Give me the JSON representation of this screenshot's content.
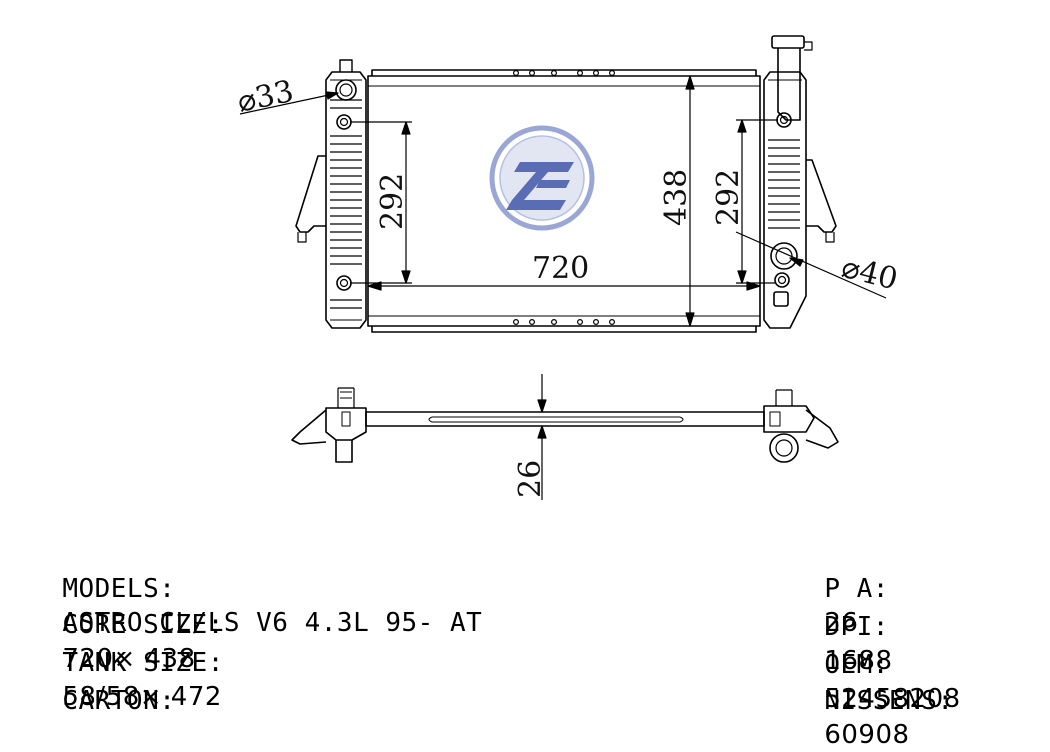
{
  "logo": {
    "name": "ZE",
    "colors": {
      "ring": "#9aa6d6",
      "fill": "#e2e6f3",
      "mark": "#5a6db4"
    }
  },
  "dimensions": {
    "inlet": "⌀33",
    "outlet": "⌀40",
    "height_left": "292",
    "height_right": "292",
    "total_height": "438",
    "width": "720",
    "thickness": "26"
  },
  "specs_left": [
    {
      "label": "MODELS:",
      "value": "ASTRO CL/LS V6 4.3L 95- AT"
    },
    {
      "label": "CORE SIZE:",
      "value": "720× 438"
    },
    {
      "label": "TANK SIZE:",
      "value": "58/58× 472"
    },
    {
      "label": "CARTON:",
      "value": ""
    }
  ],
  "specs_right": [
    {
      "label": "P A:",
      "value": "26"
    },
    {
      "label": "DPI:",
      "value": "1688"
    },
    {
      "label": "OEM:",
      "value": "52458208"
    },
    {
      "label": "NISSENS:",
      "value": "60908"
    }
  ]
}
